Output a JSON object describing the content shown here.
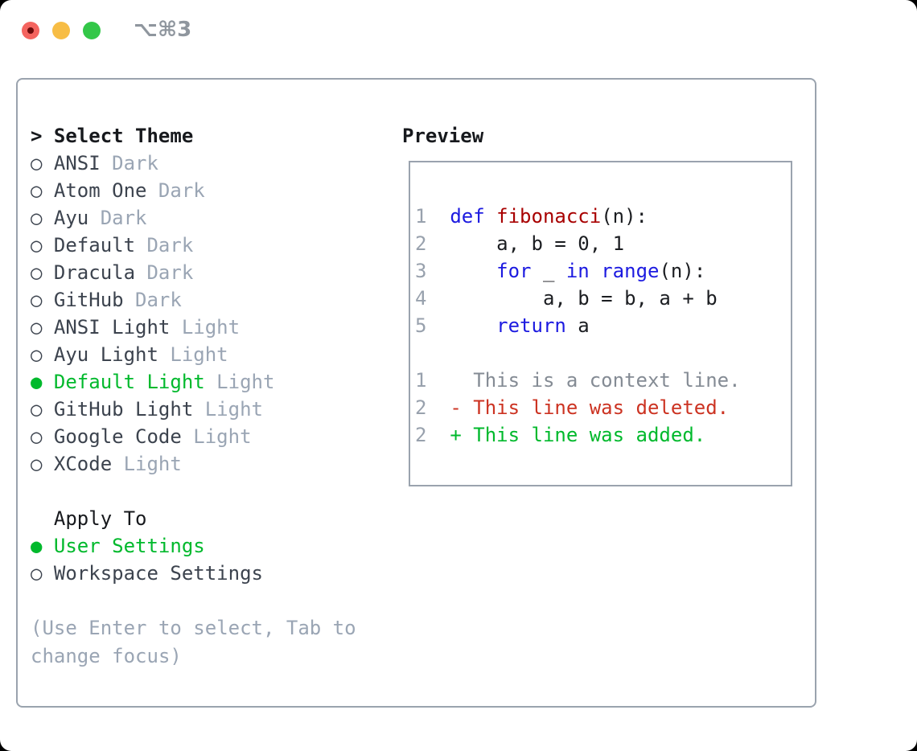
{
  "window": {
    "shortcut": "⌥⌘3"
  },
  "theme_list": {
    "prompt": ">",
    "title": "Select Theme",
    "marker_unselected": "○",
    "marker_selected": "●",
    "items": [
      {
        "name": "ANSI",
        "variant": "Dark",
        "selected": false
      },
      {
        "name": "Atom One",
        "variant": "Dark",
        "selected": false
      },
      {
        "name": "Ayu",
        "variant": "Dark",
        "selected": false
      },
      {
        "name": "Default",
        "variant": "Dark",
        "selected": false
      },
      {
        "name": "Dracula",
        "variant": "Dark",
        "selected": false
      },
      {
        "name": "GitHub",
        "variant": "Dark",
        "selected": false
      },
      {
        "name": "ANSI Light",
        "variant": "Light",
        "selected": false
      },
      {
        "name": "Ayu Light",
        "variant": "Light",
        "selected": false
      },
      {
        "name": "Default Light",
        "variant": "Light",
        "selected": true
      },
      {
        "name": "GitHub Light",
        "variant": "Light",
        "selected": false
      },
      {
        "name": "Google Code",
        "variant": "Light",
        "selected": false
      },
      {
        "name": "XCode",
        "variant": "Light",
        "selected": false
      }
    ]
  },
  "apply_to": {
    "title": "Apply To",
    "options": [
      {
        "label": "User Settings",
        "selected": true
      },
      {
        "label": "Workspace Settings",
        "selected": false
      }
    ]
  },
  "hint": "(Use Enter to select, Tab to change focus)",
  "preview": {
    "title": "Preview",
    "code_lines": [
      {
        "num": "1",
        "segments": [
          {
            "t": "def",
            "c": "kw"
          },
          {
            "t": " "
          },
          {
            "t": "fibonacci",
            "c": "fn"
          },
          {
            "t": "(n):"
          }
        ]
      },
      {
        "num": "2",
        "segments": [
          {
            "t": "    a, b = 0, 1"
          }
        ]
      },
      {
        "num": "3",
        "segments": [
          {
            "t": "    "
          },
          {
            "t": "for",
            "c": "kw"
          },
          {
            "t": " _ "
          },
          {
            "t": "in",
            "c": "kw"
          },
          {
            "t": " "
          },
          {
            "t": "range",
            "c": "kw"
          },
          {
            "t": "(n):"
          }
        ]
      },
      {
        "num": "4",
        "segments": [
          {
            "t": "        a, b = b, a + b"
          }
        ]
      },
      {
        "num": "5",
        "segments": [
          {
            "t": "    "
          },
          {
            "t": "return",
            "c": "kw"
          },
          {
            "t": " a"
          }
        ]
      }
    ],
    "diff_lines": [
      {
        "num": "1",
        "kind": "context",
        "text": "  This is a context line."
      },
      {
        "num": "2",
        "kind": "deleted",
        "text": "- This line was deleted."
      },
      {
        "num": "2",
        "kind": "added",
        "text": "+ This line was added."
      }
    ]
  },
  "colors": {
    "accent_green": "#00b92c",
    "keyword_blue": "#1c1ae0",
    "function_red": "#a80000",
    "diff_deleted_red": "#cc3322",
    "diff_context_gray": "#848b94",
    "muted_gray": "#9aa5b4",
    "gutter_gray": "#98a1ad",
    "dark_text": "#3c434e",
    "black_text": "#17191d",
    "code_text": "#1b1d21",
    "border_gray": "#9aa3ae",
    "titlebar_gray": "#8f969e",
    "traffic_red": "#f4645f",
    "traffic_red_dot": "#6d0b0b",
    "traffic_yellow": "#f7bd45",
    "traffic_green": "#33c748"
  }
}
